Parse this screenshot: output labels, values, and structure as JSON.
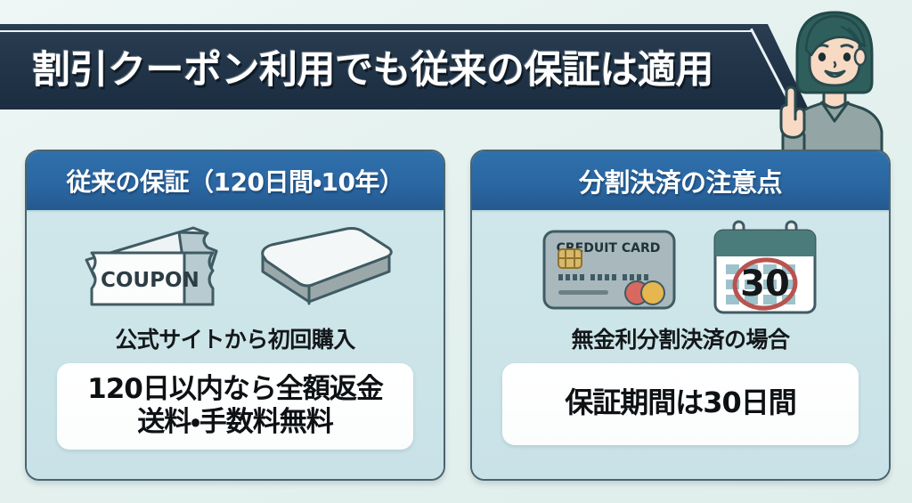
{
  "colors": {
    "page_background": "#e8f3f1",
    "banner_navy": "#23364a",
    "card_header_blue": "#2a66a2",
    "card_body_cyan": "#cde5e9",
    "card_border": "#4a6470",
    "highlight_white": "#ffffff",
    "text_dark": "#14181b",
    "hair_teal": "#2f5f5c",
    "skin": "#f7d9c4",
    "shirt_gray": "#93a6a5",
    "calendar_header": "#4a7c7b",
    "calendar_cell": "#9cc3cb",
    "circle_red": "#b9534f",
    "card_gray": "#a8b8bd",
    "chip_gold": "#d9b969",
    "mattress_white": "#f4f7f8",
    "mattress_side": "#9aa8a9"
  },
  "banner": {
    "title": "割引クーポン利用でも従来の保証は適用"
  },
  "presenter": {
    "name": "pointing-woman-illustration",
    "gesture": "index-finger-pointing-up"
  },
  "cards": [
    {
      "id": "traditional-warranty",
      "header": "従来の保証（120日間・10年）",
      "icons": [
        {
          "name": "coupon-ticket-icon",
          "label": "COUPON"
        },
        {
          "name": "mattress-icon",
          "label": ""
        }
      ],
      "caption": "公式サイトから初回購入",
      "highlight_lines": [
        "120日以内なら全額返金",
        "送料・手数料無料"
      ]
    },
    {
      "id": "installment-payment-notes",
      "header": "分割決済の注意点",
      "icons": [
        {
          "name": "credit-card-icon",
          "label": "CREDUIT CARD"
        },
        {
          "name": "calendar-icon",
          "label": "30"
        }
      ],
      "caption": "無金利分割決済の場合",
      "highlight_lines": [
        "保証期間は30日間"
      ]
    }
  ]
}
